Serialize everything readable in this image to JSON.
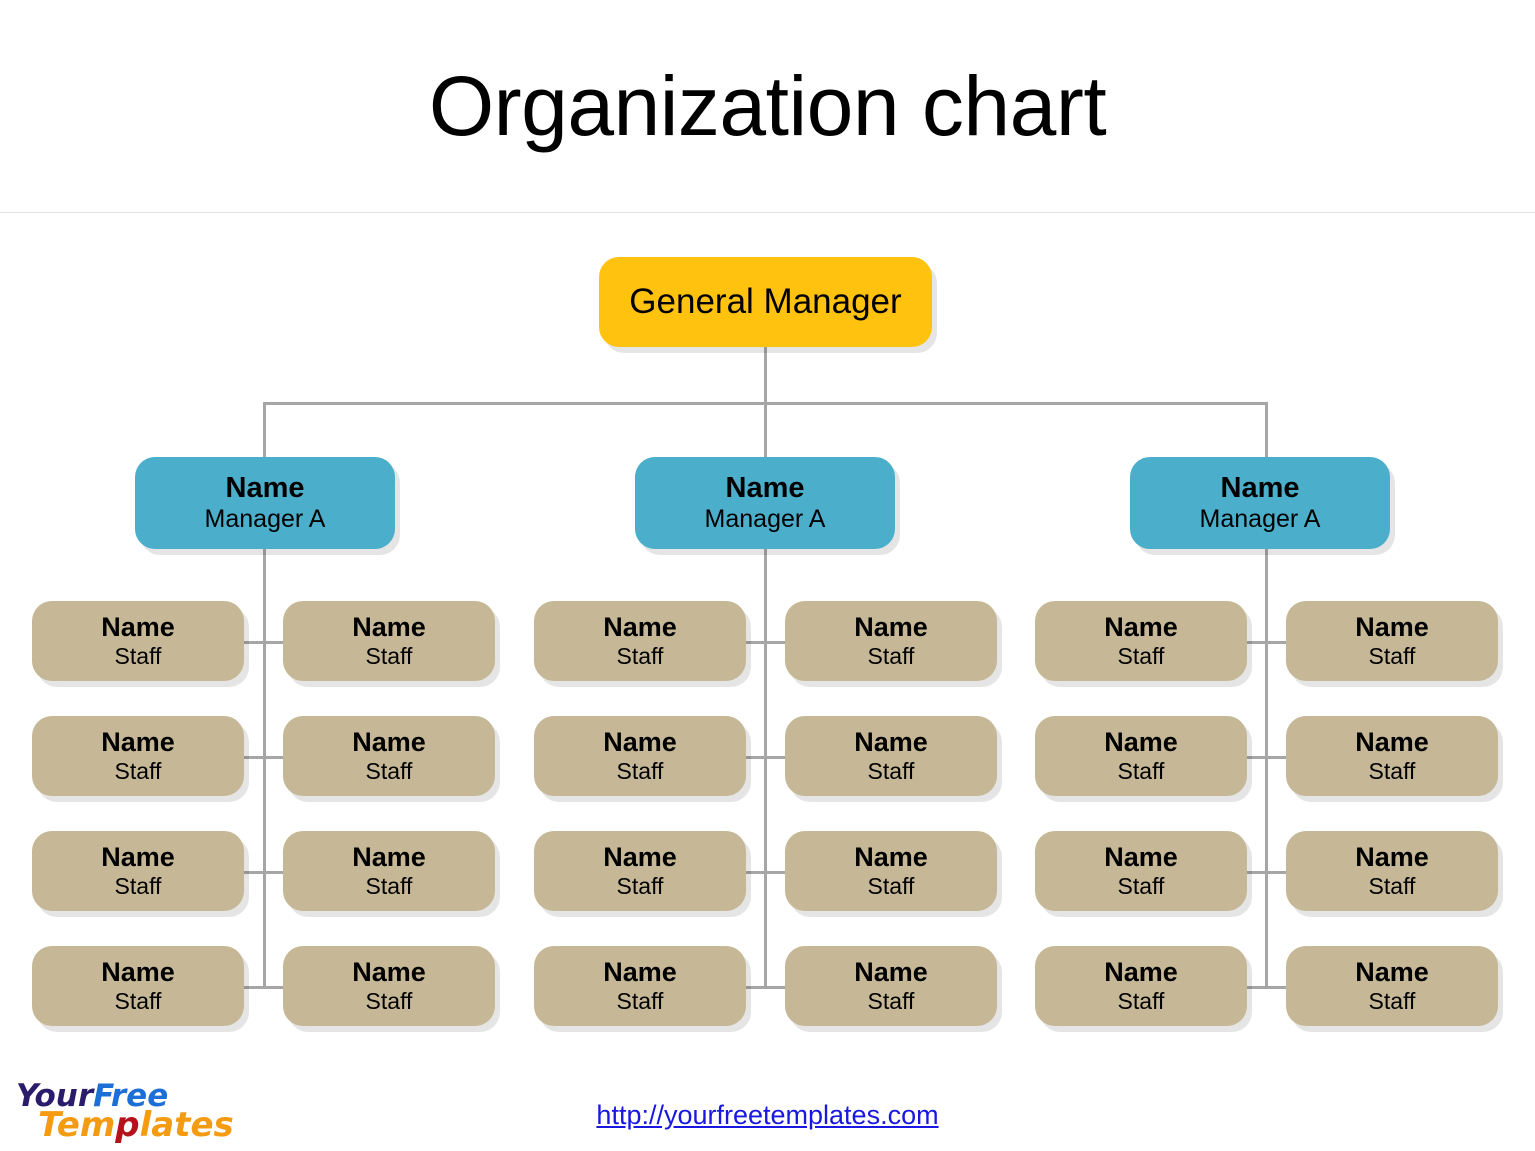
{
  "title": "Organization chart",
  "colors": {
    "top_node": "#FFC20E",
    "manager_node": "#4BAFCB",
    "staff_node": "#C6B896",
    "connector": "#a6a6a6",
    "link": "#1818E0"
  },
  "chart_data": {
    "type": "diagram",
    "title": "Organization chart",
    "root": {
      "label": "General Manager"
    },
    "branches": [
      {
        "manager": {
          "name": "Name",
          "role": "Manager A"
        },
        "staff": [
          {
            "name": "Name",
            "role": "Staff"
          },
          {
            "name": "Name",
            "role": "Staff"
          },
          {
            "name": "Name",
            "role": "Staff"
          },
          {
            "name": "Name",
            "role": "Staff"
          },
          {
            "name": "Name",
            "role": "Staff"
          },
          {
            "name": "Name",
            "role": "Staff"
          },
          {
            "name": "Name",
            "role": "Staff"
          },
          {
            "name": "Name",
            "role": "Staff"
          }
        ]
      },
      {
        "manager": {
          "name": "Name",
          "role": "Manager A"
        },
        "staff": [
          {
            "name": "Name",
            "role": "Staff"
          },
          {
            "name": "Name",
            "role": "Staff"
          },
          {
            "name": "Name",
            "role": "Staff"
          },
          {
            "name": "Name",
            "role": "Staff"
          },
          {
            "name": "Name",
            "role": "Staff"
          },
          {
            "name": "Name",
            "role": "Staff"
          },
          {
            "name": "Name",
            "role": "Staff"
          },
          {
            "name": "Name",
            "role": "Staff"
          }
        ]
      },
      {
        "manager": {
          "name": "Name",
          "role": "Manager A"
        },
        "staff": [
          {
            "name": "Name",
            "role": "Staff"
          },
          {
            "name": "Name",
            "role": "Staff"
          },
          {
            "name": "Name",
            "role": "Staff"
          },
          {
            "name": "Name",
            "role": "Staff"
          },
          {
            "name": "Name",
            "role": "Staff"
          },
          {
            "name": "Name",
            "role": "Staff"
          },
          {
            "name": "Name",
            "role": "Staff"
          },
          {
            "name": "Name",
            "role": "Staff"
          }
        ]
      }
    ]
  },
  "footer": {
    "url": "http://yourfreetemplates.com",
    "logo": {
      "your": "Your",
      "free": "Free",
      "tem": "Tem",
      "p": "p",
      "lates": "lates"
    }
  }
}
